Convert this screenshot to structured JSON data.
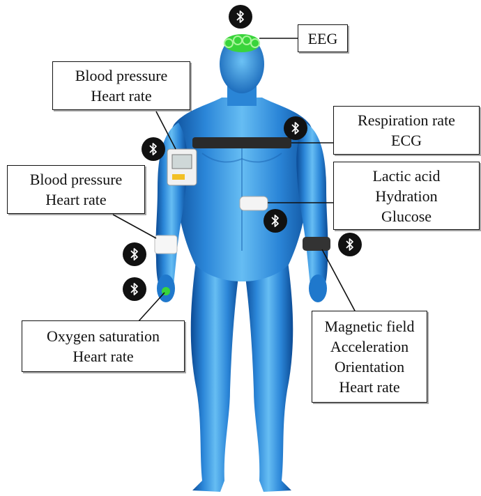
{
  "labels": {
    "eeg": [
      "EEG"
    ],
    "arm_monitor": [
      "Blood pressure",
      "Heart rate"
    ],
    "wrist_monitor": [
      "Blood pressure",
      "Heart rate"
    ],
    "chest_strap": [
      "Respiration rate",
      "ECG"
    ],
    "abdomen_patch": [
      "Lactic acid",
      "Hydration",
      "Glucose"
    ],
    "finger_sensor": [
      "Oxygen saturation",
      "Heart rate"
    ],
    "smartwatch": [
      "Magnetic field",
      "Acceleration",
      "Orientation",
      "Heart rate"
    ]
  },
  "colors": {
    "body_light": "#5fb8f0",
    "body_dark": "#0d4f9a",
    "eeg_cap": "#39d43b",
    "chest_strap": "#2a2a2a",
    "bluetooth_badge": "#111111",
    "box_border": "#111111"
  },
  "icons": {
    "bluetooth": "bluetooth-icon"
  }
}
